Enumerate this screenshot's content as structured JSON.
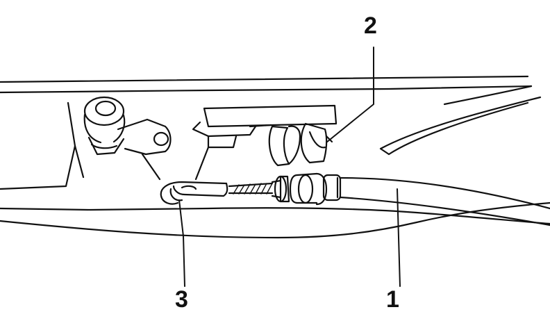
{
  "callouts": [
    {
      "id": "1",
      "text": "1"
    },
    {
      "id": "2",
      "text": "2"
    },
    {
      "id": "3",
      "text": "3"
    }
  ],
  "colors": {
    "ink": "#111111",
    "paper": "#ffffff",
    "hatch": "#333333"
  }
}
